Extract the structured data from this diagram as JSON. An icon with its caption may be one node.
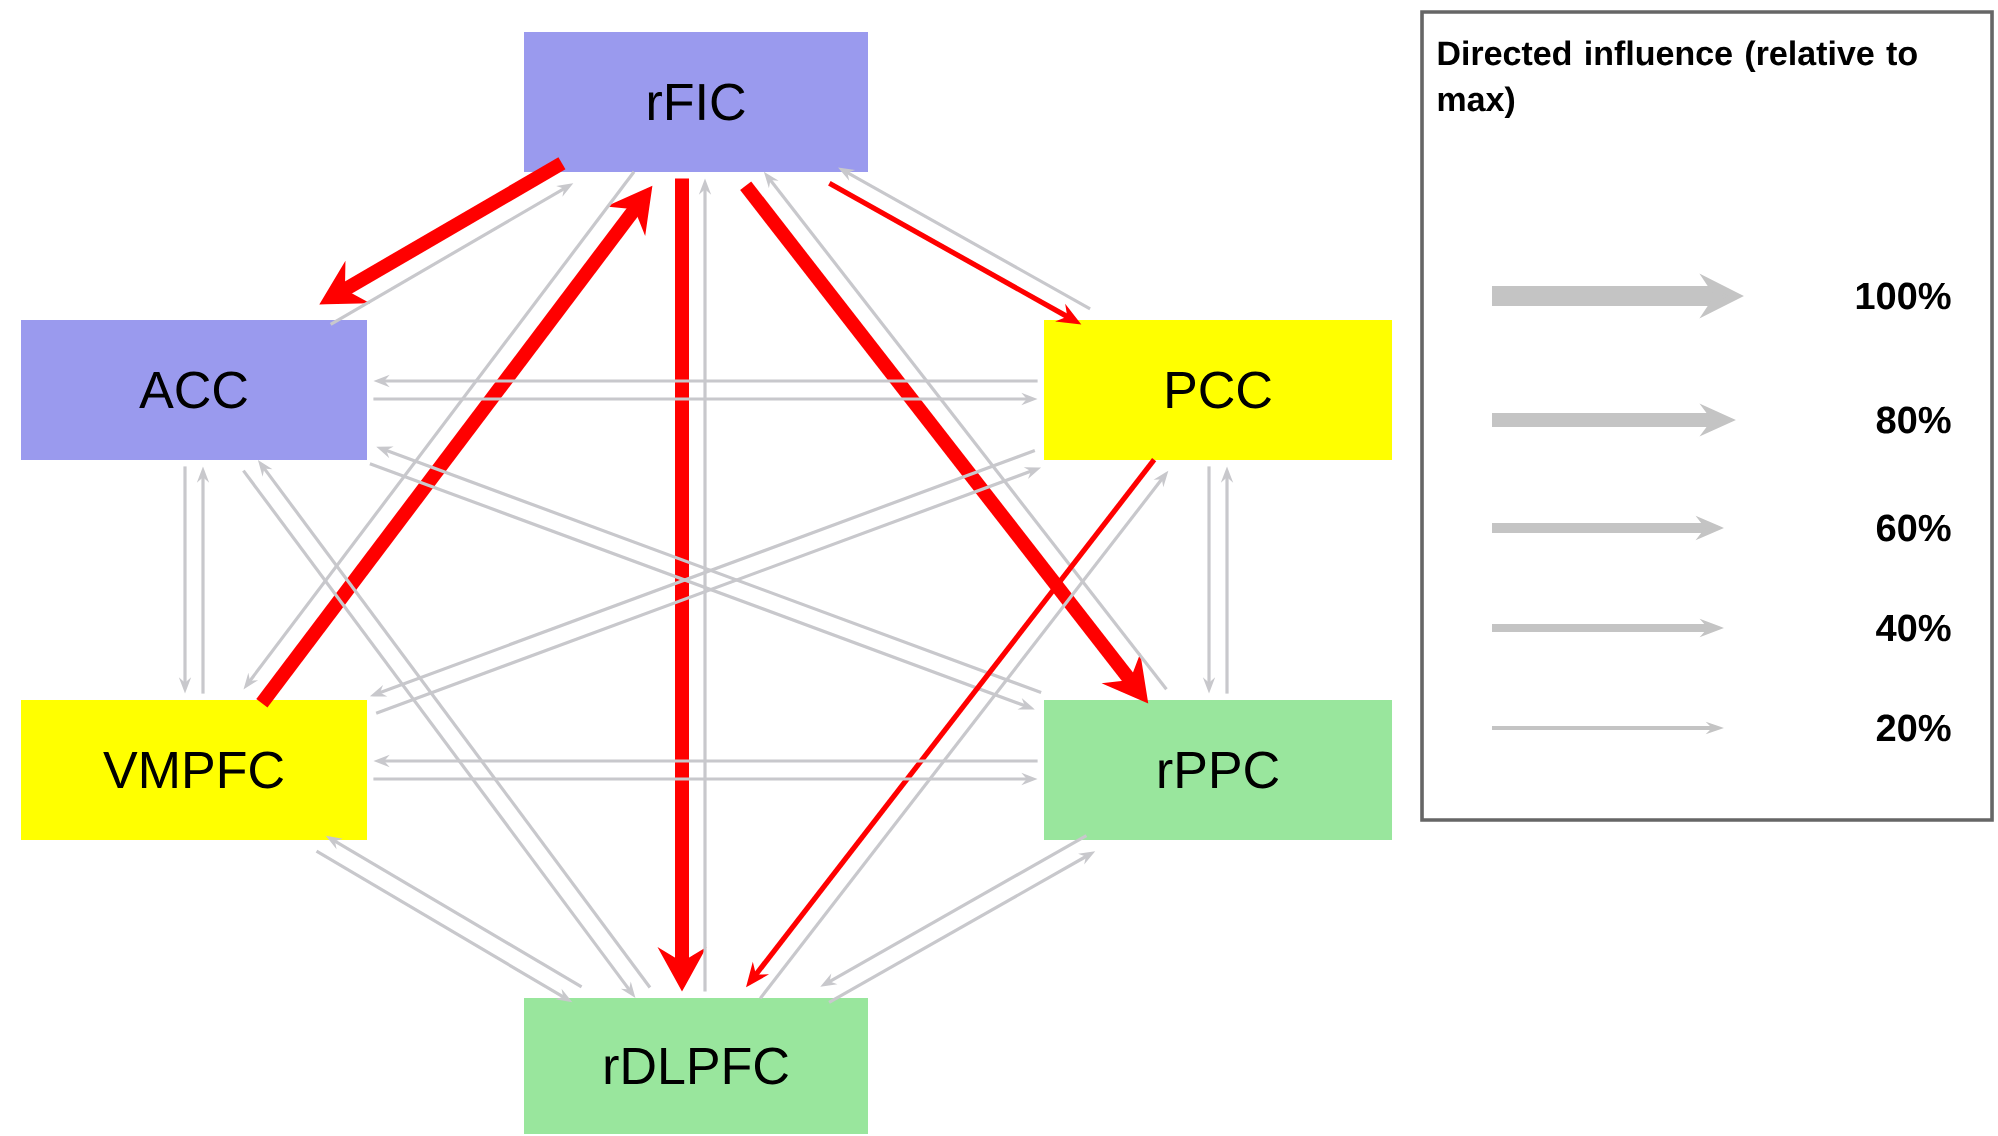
{
  "diagram": {
    "nodes": [
      {
        "text": [
          "rFIC"
        ]
      },
      {
        "text": [
          "ACC"
        ]
      },
      {
        "text": [
          "PCC"
        ]
      },
      {
        "text": [
          "VMPFC"
        ]
      },
      {
        "text": [
          "rPPC"
        ]
      },
      {
        "text": [
          "rDLPFC"
        ]
      }
    ],
    "edges": [
      {
        "from": 0,
        "to": 1,
        "arrow": "to",
        "style": "thick",
        "color": "#ff0000"
      },
      {
        "from": 1,
        "to": 0,
        "arrow": "to"
      },
      {
        "from": 0,
        "to": 2,
        "arrow": "to",
        "color": "#ff0000"
      },
      {
        "from": 2,
        "to": 0,
        "arrow": "to"
      },
      {
        "from": 3,
        "to": 0,
        "arrow": "to",
        "style": "thick",
        "color": "#ff0000"
      },
      {
        "from": 0,
        "to": 3,
        "arrow": "to"
      },
      {
        "from": 0,
        "to": 4,
        "arrow": "to",
        "style": "thick",
        "color": "#ff0000"
      },
      {
        "from": 4,
        "to": 0,
        "arrow": "to"
      },
      {
        "from": 0,
        "to": 5,
        "arrow": "to",
        "style": "thick",
        "color": "#ff0000"
      },
      {
        "from": 5,
        "to": 0,
        "arrow": "to"
      },
      {
        "from": 1,
        "to": 2,
        "arrow": "to"
      },
      {
        "from": 2,
        "to": 1,
        "arrow": "to"
      },
      {
        "from": 1,
        "to": 3,
        "arrow": "to"
      },
      {
        "from": 3,
        "to": 1,
        "arrow": "to"
      },
      {
        "from": 1,
        "to": 4,
        "arrow": "to"
      },
      {
        "from": 4,
        "to": 1,
        "arrow": "to"
      },
      {
        "from": 1,
        "to": 5,
        "arrow": "to"
      },
      {
        "from": 5,
        "to": 1,
        "arrow": "to"
      },
      {
        "from": 2,
        "to": 3,
        "arrow": "to"
      },
      {
        "from": 3,
        "to": 2,
        "arrow": "to"
      },
      {
        "from": 2,
        "to": 4,
        "arrow": "to"
      },
      {
        "from": 4,
        "to": 2,
        "arrow": "to"
      },
      {
        "from": 2,
        "to": 5,
        "arrow": "to",
        "color": "#ff0000"
      },
      {
        "from": 5,
        "to": 2,
        "arrow": "to"
      },
      {
        "from": 3,
        "to": 4,
        "arrow": "to"
      },
      {
        "from": 4,
        "to": 3,
        "arrow": "to"
      },
      {
        "from": 3,
        "to": 5,
        "arrow": "to"
      },
      {
        "from": 5,
        "to": 3,
        "arrow": "to"
      },
      {
        "from": 4,
        "to": 5,
        "arrow": "to"
      },
      {
        "from": 5,
        "to": 4,
        "arrow": "to"
      }
    ],
    "labels": [
      "Directed influence (relative to max)"
    ],
    "legend": [
      {
        "text": "100%"
      },
      {
        "text": "80%"
      },
      {
        "text": "60%"
      },
      {
        "text": "40%"
      },
      {
        "text": "20%"
      }
    ]
  }
}
